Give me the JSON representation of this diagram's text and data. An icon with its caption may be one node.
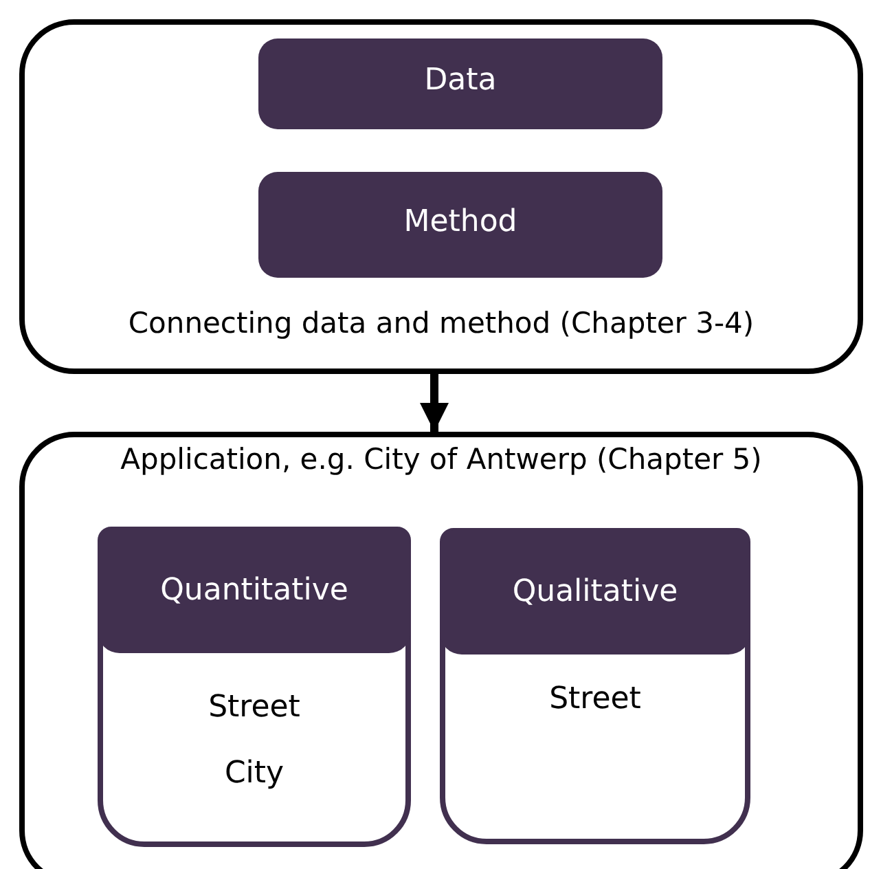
{
  "diagram": {
    "nodes": [
      {
        "text": [
          "Connecting data and method (Chapter 3-4)"
        ]
      },
      {
        "text": [
          "Data"
        ],
        "in": 0
      },
      {
        "text": [
          "Method"
        ],
        "in": 0
      },
      {
        "text": [
          "Application, e.g. City of Antwerp (Chapter 5)"
        ]
      },
      {
        "text": [
          "Quantitative",
          "Street",
          "City"
        ],
        "in": 3
      },
      {
        "text": [
          "Qualitative",
          "Street"
        ],
        "in": 3
      }
    ],
    "edges": [
      {
        "from": 0,
        "to": 3,
        "arrow": "to"
      }
    ]
  }
}
